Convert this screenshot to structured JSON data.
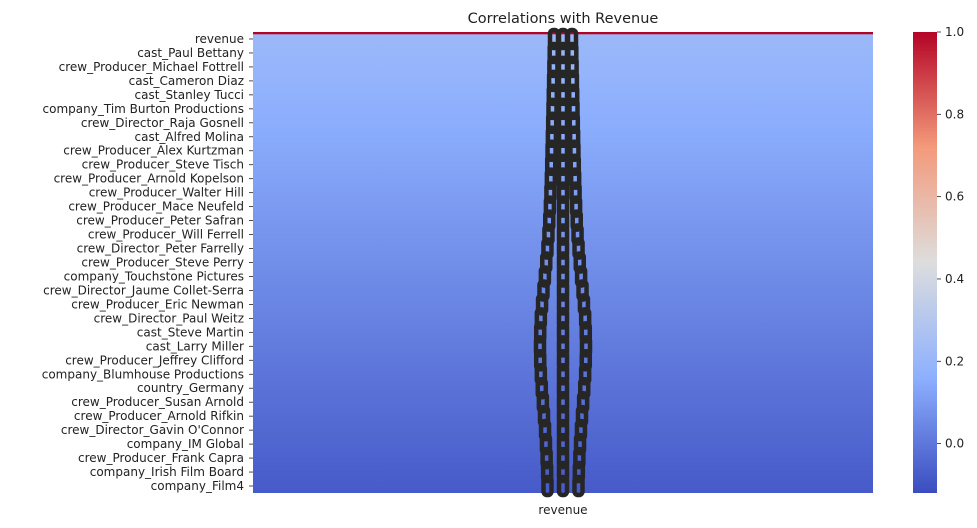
{
  "chart_data": {
    "type": "heatmap",
    "title": "Correlations with Revenue",
    "xlabel": "",
    "ylabel": "",
    "columns": [
      "revenue"
    ],
    "rows": [
      "revenue",
      "cast_Paul Bettany",
      "crew_Producer_Michael Fottrell",
      "cast_Cameron Diaz",
      "cast_Stanley Tucci",
      "company_Tim Burton Productions",
      "crew_Director_Raja Gosnell",
      "cast_Alfred Molina",
      "crew_Producer_Alex Kurtzman",
      "crew_Producer_Steve Tisch",
      "crew_Producer_Arnold Kopelson",
      "crew_Producer_Walter Hill",
      "crew_Producer_Mace Neufeld",
      "crew_Producer_Peter Safran",
      "crew_Producer_Will Ferrell",
      "crew_Director_Peter Farrelly",
      "crew_Producer_Steve Perry",
      "company_Touchstone Pictures",
      "crew_Director_Jaume Collet-Serra",
      "crew_Producer_Eric Newman",
      "crew_Director_Paul Weitz",
      "cast_Steve Martin",
      "cast_Larry Miller",
      "crew_Producer_Jeffrey Clifford",
      "company_Blumhouse Productions",
      "country_Germany",
      "crew_Producer_Susan Arnold",
      "crew_Producer_Arnold Rifkin",
      "crew_Director_Gavin O'Connor",
      "company_IM Global",
      "crew_Producer_Frank Capra",
      "company_Irish Film Board",
      "company_Film4"
    ],
    "values_top": 1.0,
    "values_second": 0.21,
    "values_bottom": -0.08,
    "colorbar": {
      "colormap": "coolwarm",
      "vmin": -0.12,
      "vmax": 1.0,
      "ticks": [
        "0.0",
        "0.2",
        "0.4",
        "0.6",
        "0.8",
        "1.0"
      ],
      "tick_values": [
        0.0,
        0.2,
        0.4,
        0.6,
        0.8,
        1.0
      ]
    },
    "annotations": "overlapping cell value labels rendered as dark illegible glyph stack",
    "grid": false
  }
}
